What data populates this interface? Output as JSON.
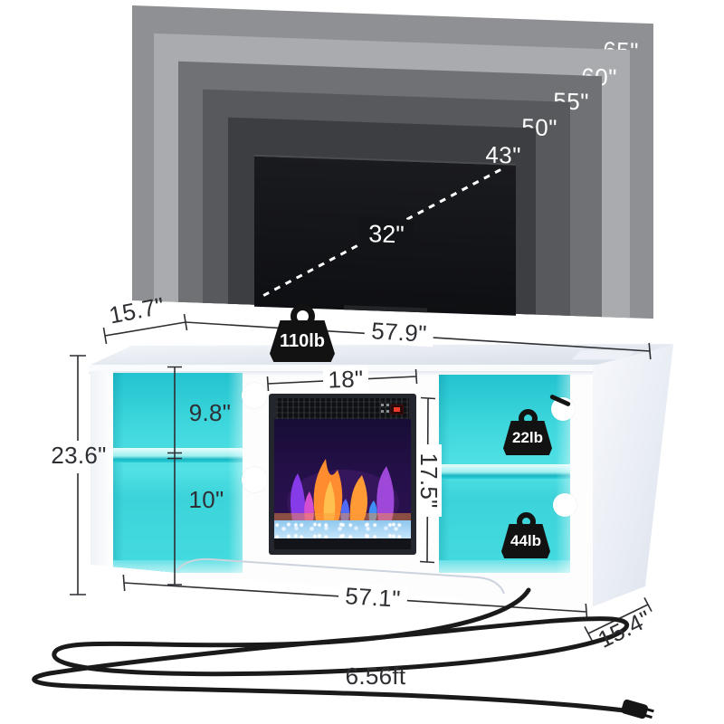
{
  "product": {
    "kind": "fireplace-tv-stand-dimension-infographic"
  },
  "tv_compatibility": {
    "sizes": [
      {
        "label": "65\""
      },
      {
        "label": "60\""
      },
      {
        "label": "55\""
      },
      {
        "label": "50\""
      },
      {
        "label": "43\""
      }
    ],
    "base_tv_label": "32\""
  },
  "dimensions": {
    "top_depth": "15.7\"",
    "top_width": "57.9\"",
    "fireplace_width": "18\"",
    "fireplace_height": "17.5\"",
    "upper_shelf_height": "9.8\"",
    "lower_shelf_height": "10\"",
    "overall_height": "23.6\"",
    "base_width": "57.1\"",
    "base_depth": "15.4\"",
    "cord_length": "6.56ft"
  },
  "weight_capacity": {
    "tabletop": "110lb",
    "upper_shelf": "22lb",
    "lower_shelf": "44lb"
  },
  "icons": {
    "weight_badge": "kettlebell-weight-icon",
    "power_plug": "power-plug-icon",
    "cable_hole": "cable-hole-circle",
    "fireplace_display": "red-led-display"
  },
  "colors": {
    "led_light_cyan": "#3ed7dd",
    "weight_badge_black": "#121212",
    "tv_gray_65": "#8f9094",
    "tv_gray_60": "#a9abae",
    "tv_gray_55": "#6f7174",
    "tv_gray_50": "#58595d",
    "tv_gray_43": "#3c3e41",
    "tv_black_32": "#131418",
    "flame_orange": "#ff8c2e",
    "flame_purple": "#8b3df0",
    "crystal_bed_blue": "#aedcf6"
  }
}
